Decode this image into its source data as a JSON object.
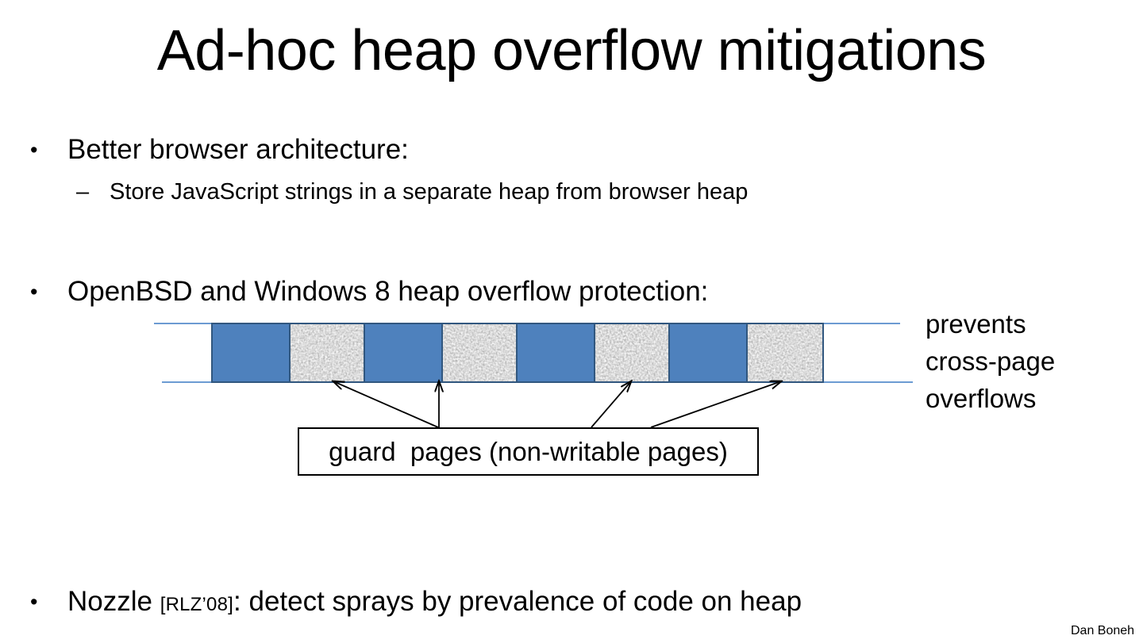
{
  "slide": {
    "title": "Ad-hoc heap overflow mitigations",
    "footer_credit": "Dan Boneh"
  },
  "bullets": [
    {
      "marker": "•",
      "text": "Better browser architecture:",
      "level": 1
    },
    {
      "marker": "–",
      "text": "Store JavaScript strings in a separate heap from browser heap",
      "level": 2
    },
    {
      "marker": "•",
      "text": "OpenBSD and Windows 8 heap overflow protection:",
      "level": 1
    }
  ],
  "nozzle_bullet": {
    "marker": "•",
    "name": "Nozzle",
    "citation": "[RLZ’08]",
    "rest": ":  detect sprays by prevalence of code on heap"
  },
  "diagram": {
    "callout_label": "guard  pages (non-writable pages)",
    "side_note_lines": [
      "prevents",
      "cross-page",
      "overflows"
    ],
    "cells": [
      {
        "kind": "alloc",
        "width": 98
      },
      {
        "kind": "guard",
        "width": 95
      },
      {
        "kind": "alloc",
        "width": 98
      },
      {
        "kind": "guard",
        "width": 95
      },
      {
        "kind": "alloc",
        "width": 98
      },
      {
        "kind": "guard",
        "width": 95
      },
      {
        "kind": "alloc",
        "width": 98
      },
      {
        "kind": "guard",
        "width": 95
      }
    ],
    "arrow_count": 4,
    "colors": {
      "alloc_fill": "#4E81BD",
      "alloc_border": "#31577F",
      "guard_fill": "#c9c9c9",
      "extent_line": "#6C9BD2",
      "callout_border": "#000000",
      "text": "#000000",
      "background": "#ffffff"
    }
  }
}
